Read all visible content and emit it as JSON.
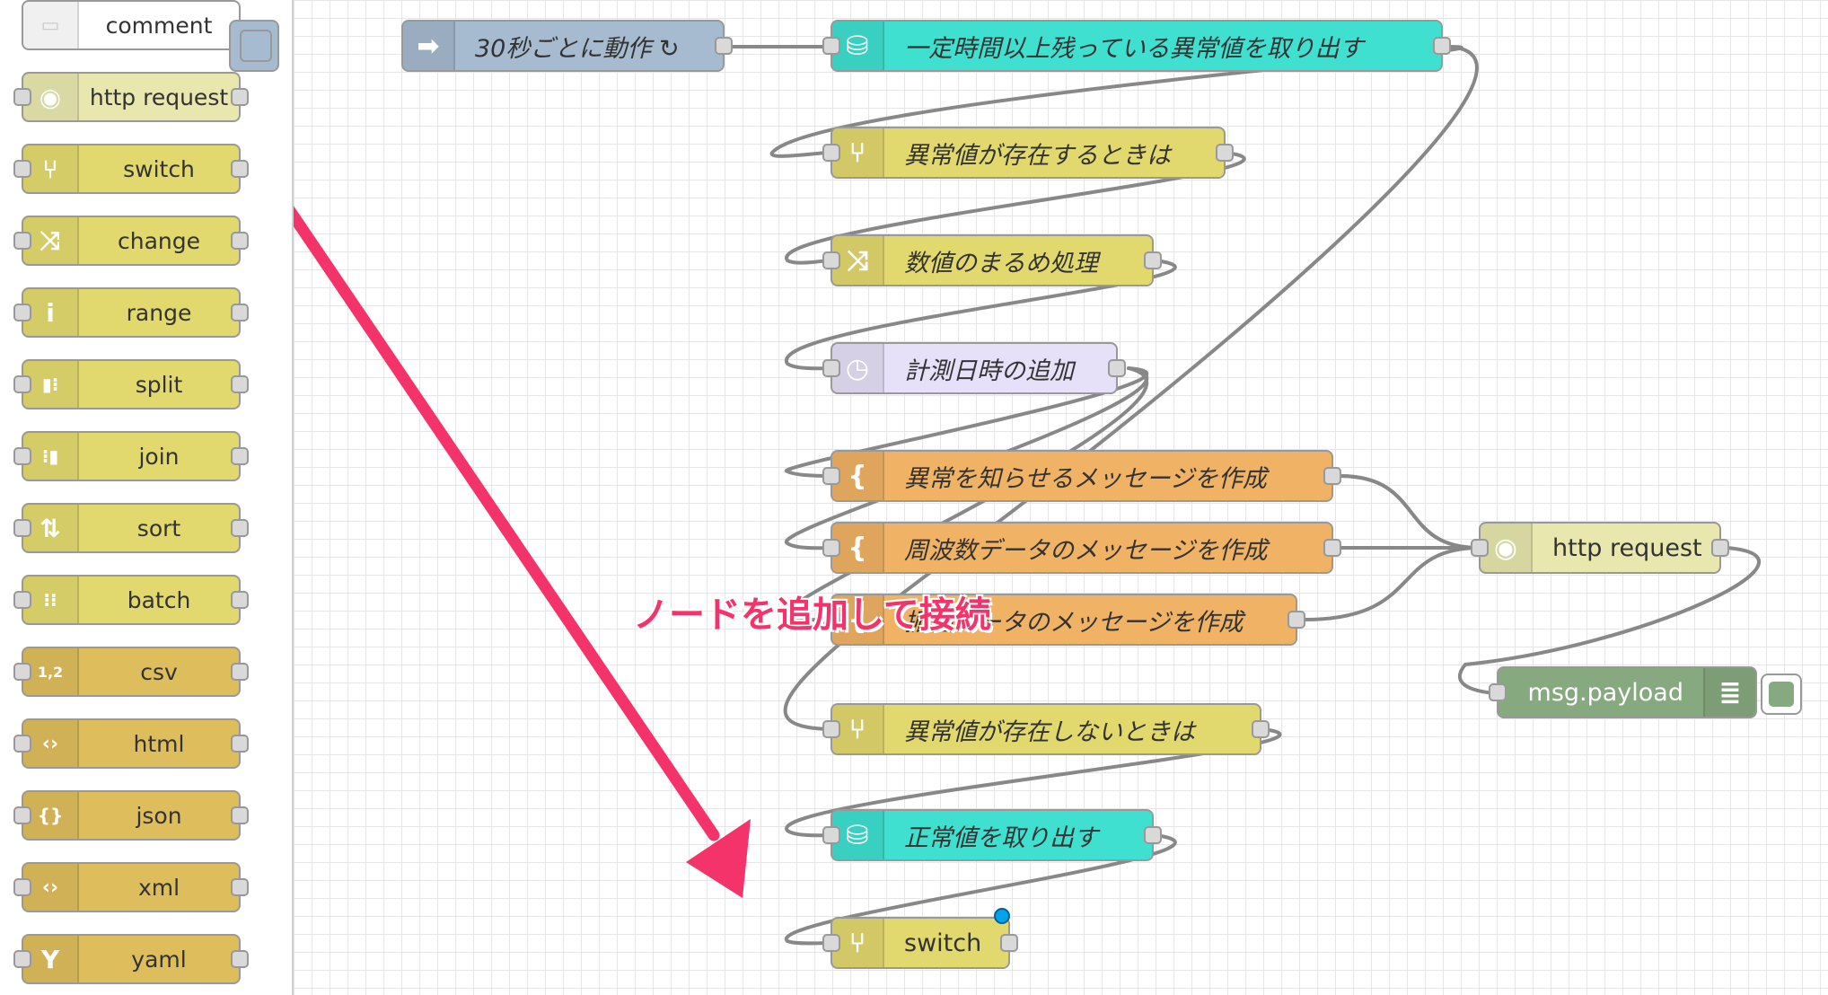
{
  "palette": {
    "items": [
      {
        "label": "comment",
        "color": "#ffffff",
        "icon": "comment-icon",
        "glyph": "💬"
      },
      {
        "label": "http request",
        "color": "#e7e7ae",
        "icon": "globe-icon",
        "glyph": "◉"
      },
      {
        "label": "switch",
        "color": "#e2d96e",
        "icon": "switch-icon",
        "glyph": "⑂"
      },
      {
        "label": "change",
        "color": "#e2d96e",
        "icon": "shuffle-icon",
        "glyph": "⤨"
      },
      {
        "label": "range",
        "color": "#e2d96e",
        "icon": "range-icon",
        "glyph": "ⅰ"
      },
      {
        "label": "split",
        "color": "#e2d96e",
        "icon": "split-icon",
        "glyph": "▮⁝"
      },
      {
        "label": "join",
        "color": "#e2d96e",
        "icon": "join-icon",
        "glyph": "⁝▮"
      },
      {
        "label": "sort",
        "color": "#e2d96e",
        "icon": "sort-icon",
        "glyph": "⇅"
      },
      {
        "label": "batch",
        "color": "#e2d96e",
        "icon": "batch-icon",
        "glyph": "⁝⁝"
      },
      {
        "label": "csv",
        "color": "#debd5c",
        "icon": "csv-file-icon",
        "glyph": "1,2"
      },
      {
        "label": "html",
        "color": "#debd5c",
        "icon": "html-file-icon",
        "glyph": "‹›"
      },
      {
        "label": "json",
        "color": "#debd5c",
        "icon": "json-file-icon",
        "glyph": "{}"
      },
      {
        "label": "xml",
        "color": "#debd5c",
        "icon": "xml-file-icon",
        "glyph": "‹›"
      },
      {
        "label": "yaml",
        "color": "#debd5c",
        "icon": "yaml-file-icon",
        "glyph": "Y"
      }
    ]
  },
  "flow": {
    "nodes": [
      {
        "id": "inject",
        "label": "30秒ごとに動作 ↻",
        "color": "#a6bbcf",
        "icon": "arrow-right-icon",
        "glyph": "➡",
        "inputs": false
      },
      {
        "id": "db1",
        "label": "一定時間以上残っている異常値を取り出す",
        "color": "#3fe0d0",
        "icon": "database-icon",
        "glyph": "⛁",
        "inputs": true
      },
      {
        "id": "sw1",
        "label": "異常値が存在するときは",
        "color": "#e2d96e",
        "icon": "switch-icon",
        "glyph": "⑂",
        "inputs": true
      },
      {
        "id": "chg",
        "label": "数値のまるめ処理",
        "color": "#e2d96e",
        "icon": "shuffle-icon",
        "glyph": "⤨",
        "inputs": true
      },
      {
        "id": "ts",
        "label": "計測日時の追加",
        "color": "#e6e0f8",
        "icon": "timer-icon",
        "glyph": "◷",
        "inputs": true
      },
      {
        "id": "t1",
        "label": "異常を知らせるメッセージを作成",
        "color": "#f0b264",
        "icon": "template-icon",
        "glyph": "{",
        "inputs": true
      },
      {
        "id": "t2",
        "label": "周波数データのメッセージを作成",
        "color": "#f0b264",
        "icon": "template-icon",
        "glyph": "{",
        "inputs": true
      },
      {
        "id": "t3",
        "label": "振幅データのメッセージを作成",
        "color": "#f0b264",
        "icon": "template-icon",
        "glyph": "{",
        "inputs": true
      },
      {
        "id": "http",
        "label": "http request",
        "color": "#e7e7ae",
        "icon": "globe-icon",
        "glyph": "◉",
        "inputs": true
      },
      {
        "id": "debug",
        "label": "msg.payload",
        "color": "#87a980",
        "icon": "list-icon",
        "glyph": "≣",
        "inputs": true
      },
      {
        "id": "sw2",
        "label": "異常値が存在しないときは",
        "color": "#e2d96e",
        "icon": "switch-icon",
        "glyph": "⑂",
        "inputs": true
      },
      {
        "id": "db2",
        "label": "正常値を取り出す",
        "color": "#3fe0d0",
        "icon": "database-icon",
        "glyph": "⛁",
        "inputs": true
      },
      {
        "id": "sw3",
        "label": "switch",
        "color": "#e2d96e",
        "icon": "switch-icon",
        "glyph": "⑂",
        "inputs": true
      }
    ]
  },
  "annotation": {
    "text": "ノードを追加して接続",
    "color": "#f5336b"
  }
}
